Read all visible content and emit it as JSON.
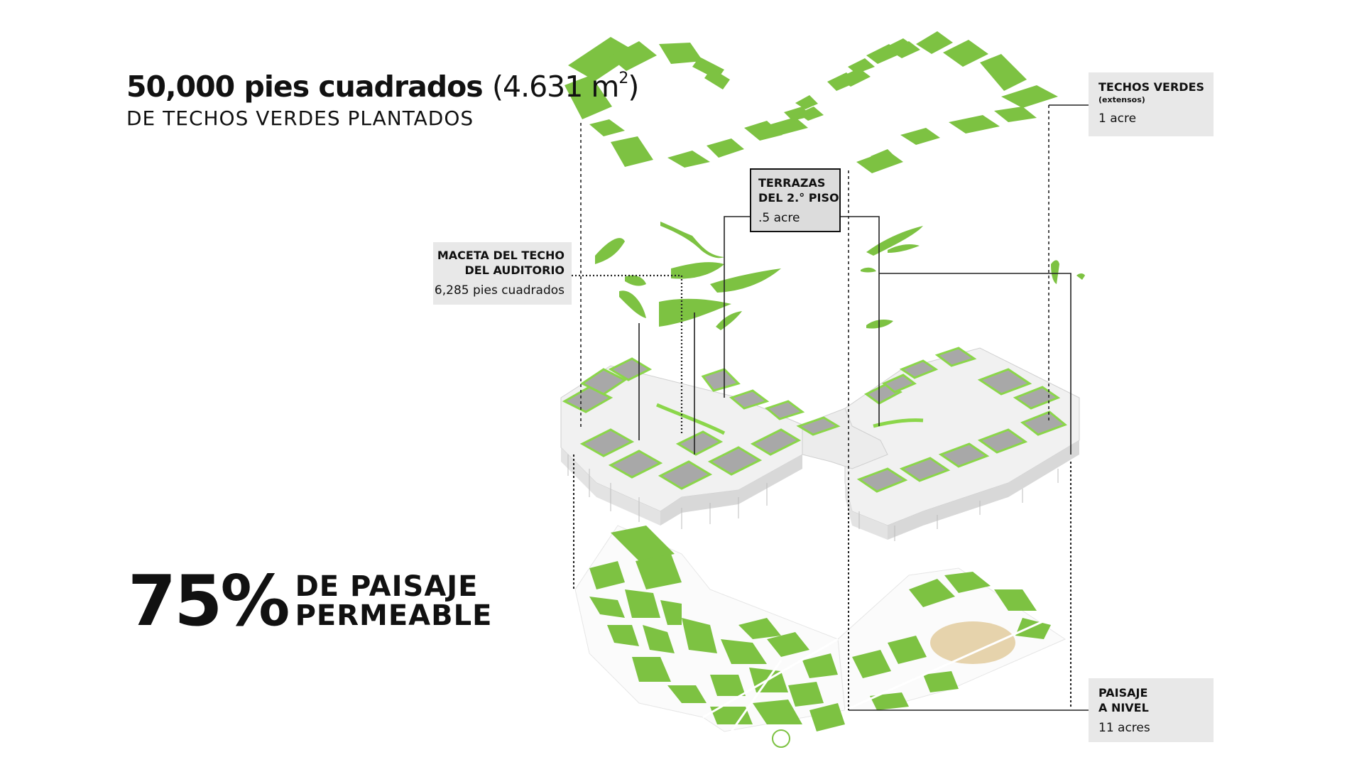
{
  "headline": {
    "area_imperial": "50,000 pies cuadrados",
    "area_metric": "(4.631 m",
    "area_metric_sup": "2",
    "area_metric_close": ")",
    "subtitle": "DE TECHOS VERDES PLANTADOS"
  },
  "permeable": {
    "percent": "75%",
    "line1": "DE PAISAJE",
    "line2": "PERMEABLE"
  },
  "callouts": {
    "techos_verdes": {
      "title": "TECHOS VERDES",
      "subtitle": "(extensos)",
      "value": "1 acre"
    },
    "terrazas": {
      "title_line1": "TERRAZAS",
      "title_line2": "DEL 2.° PISO",
      "value": ".5 acre"
    },
    "maceta": {
      "title_line1": "MACETA DEL TECHO",
      "title_line2": "DEL AUDITORIO",
      "value": "6,285 pies cuadrados"
    },
    "paisaje": {
      "title_line1": "PAISAJE",
      "title_line2": "A NIVEL",
      "value": "11 acres"
    }
  },
  "colors": {
    "green": "#7dc242",
    "green_dark": "#5fa32e",
    "roof_gray": "#a8a8a8",
    "building": "#f2f2f2",
    "sand": "#e6d3ac"
  }
}
